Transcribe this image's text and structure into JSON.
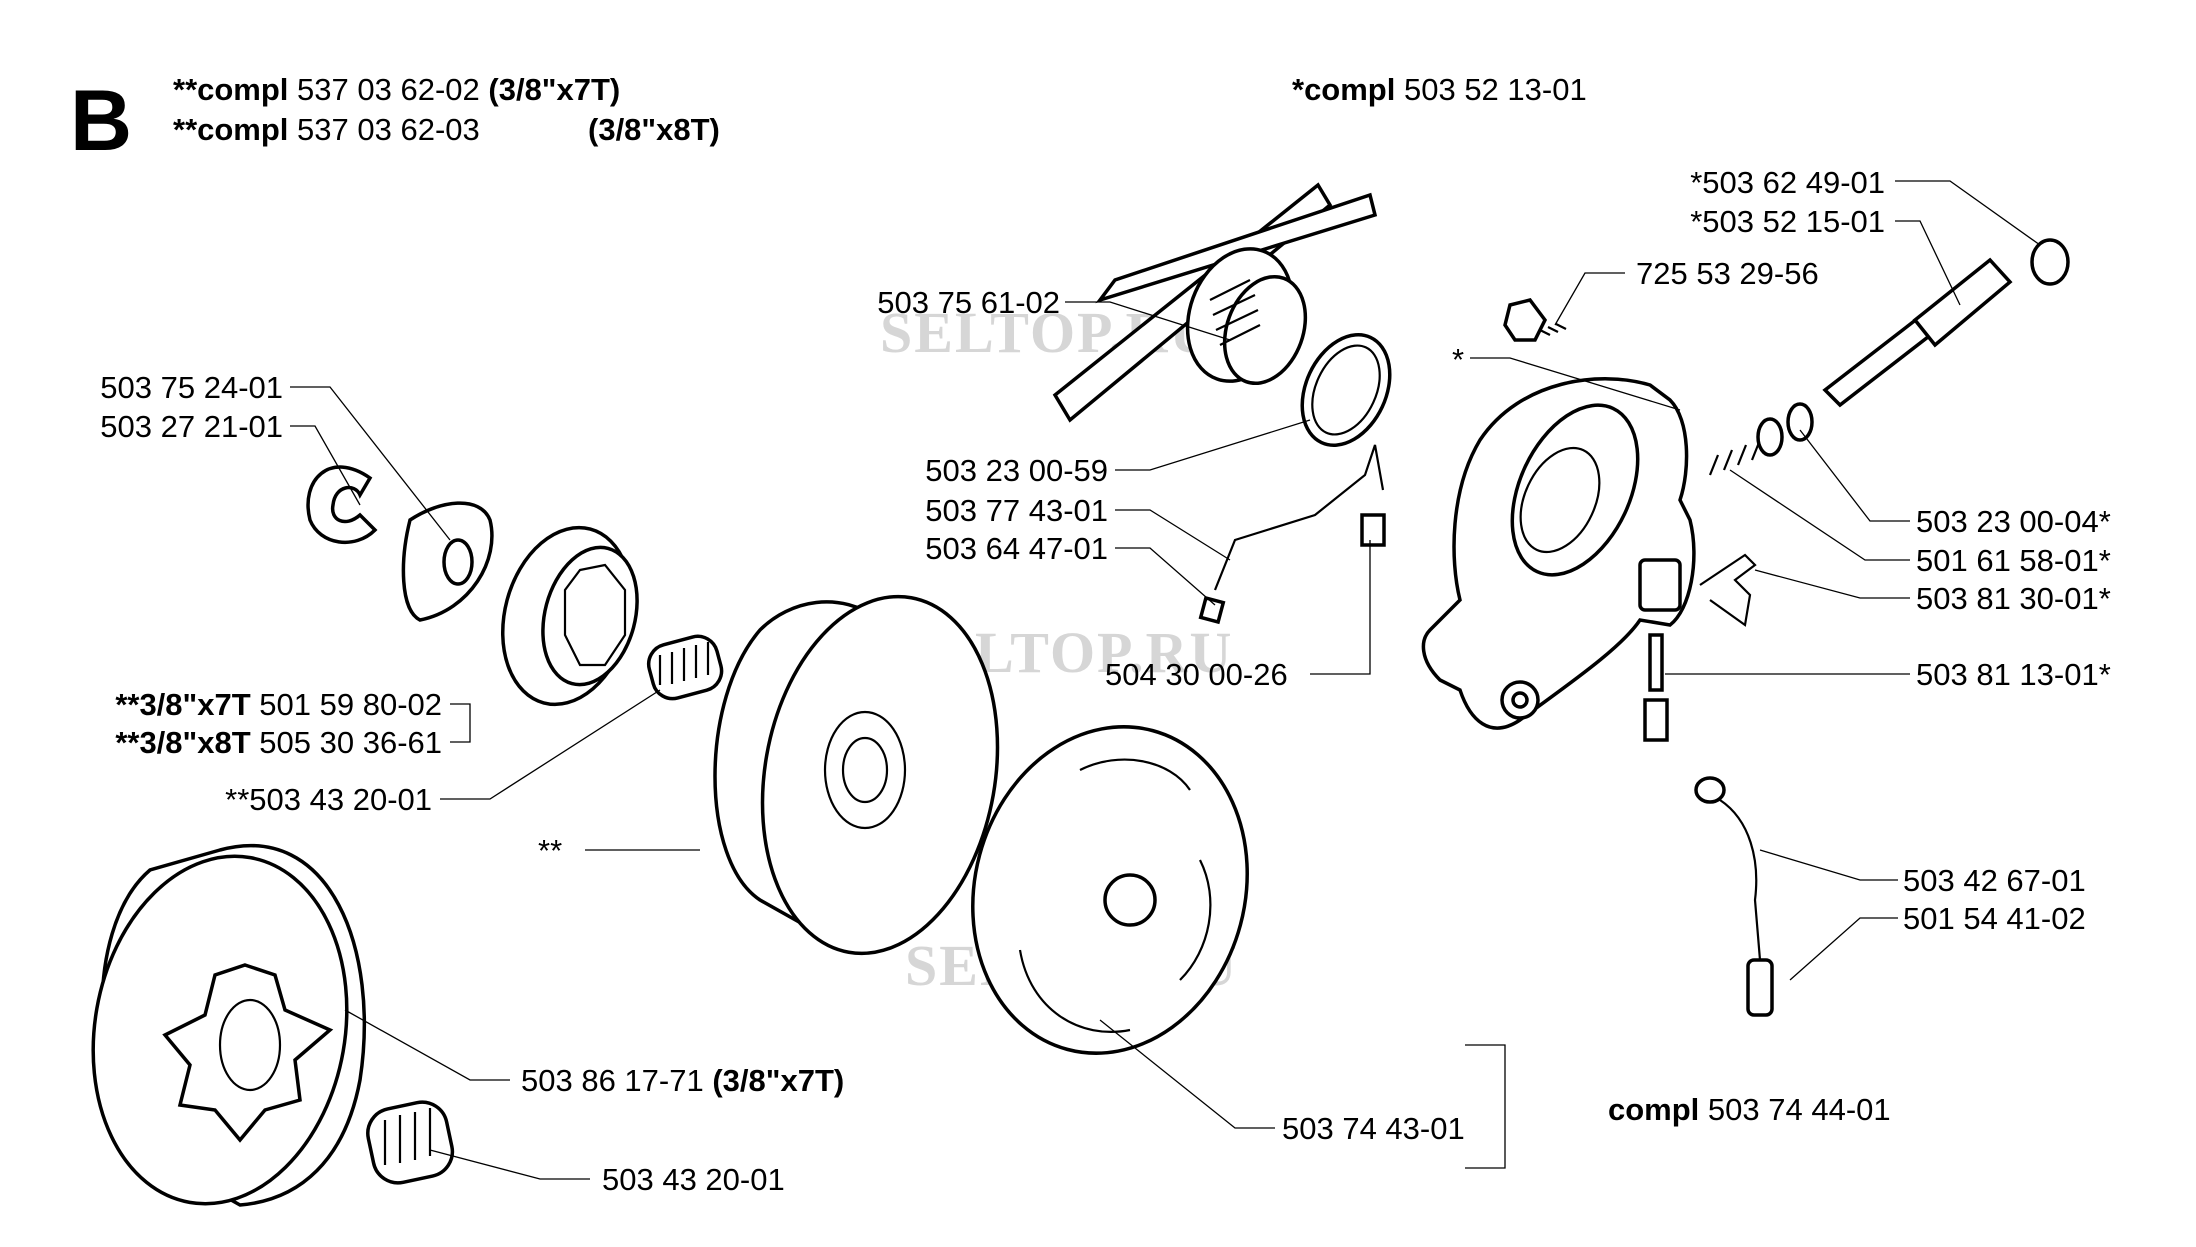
{
  "section_letter": "B",
  "header": {
    "line1": {
      "prefix": "**compl",
      "number": "537 03 62-02",
      "suffix": "(3/8\"x7T)"
    },
    "line2": {
      "prefix": "**compl",
      "number": "537 03 62-03",
      "suffix": "(3/8\"x8T)"
    },
    "pump": {
      "prefix": "*compl",
      "number": "503 52 13-01"
    }
  },
  "watermarks": [
    "SELTOP.RU",
    "SELTOP.RU",
    "SELTOP.RU"
  ],
  "labels": {
    "p503_62_49_01": "*503 62 49-01",
    "p503_52_15_01": "*503 52 15-01",
    "p725_53_29_56": "725 53 29-56",
    "p503_75_61_02": "503 75 61-02",
    "p503_75_24_01": "503 75 24-01",
    "p503_27_21_01": "503 27 21-01",
    "p503_23_00_59": "503 23 00-59",
    "p503_77_43_01": "503 77 43-01",
    "p503_64_47_01": "503 64 47-01",
    "p504_30_00_26": "504 30 00-26",
    "pump_star": "*",
    "p503_23_00_04": "503 23 00-04*",
    "p501_61_58_01": "501 61 58-01*",
    "p503_81_30_01": "503 81 30-01*",
    "p503_81_13_01": "503 81 13-01*",
    "p503_42_67_01": "503 42 67-01",
    "p501_54_41_02": "501 54 41-02",
    "rim7": {
      "prefix": "**3/8\"x7T",
      "number": "501 59 80-02"
    },
    "rim8": {
      "prefix": "**3/8\"x8T",
      "number": "505 30 36-61"
    },
    "p503_43_20_01_star": "**503 43 20-01",
    "drum_star": "**",
    "p503_86_17_71": {
      "number": "503 86 17-71",
      "suffix": "(3/8\"x7T)"
    },
    "p503_43_20_01": "503 43 20-01",
    "p503_74_43_01": "503 74 43-01",
    "clutch_compl": {
      "prefix": "compl",
      "number": "503 74 44-01"
    }
  }
}
